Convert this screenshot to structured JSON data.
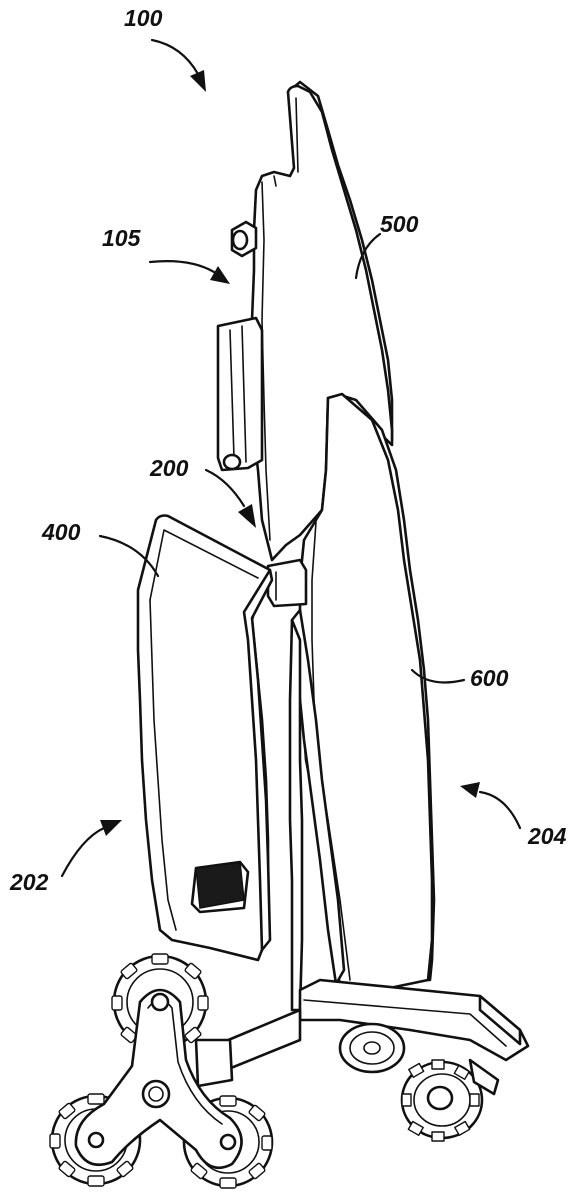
{
  "figure": {
    "labels": {
      "assembly": "100",
      "upper_link": "105",
      "hinge": "200",
      "front_side": "202",
      "rear_side": "204",
      "rear_leg_panel": "400",
      "back_panel": "500",
      "seat_panel": "600"
    }
  }
}
